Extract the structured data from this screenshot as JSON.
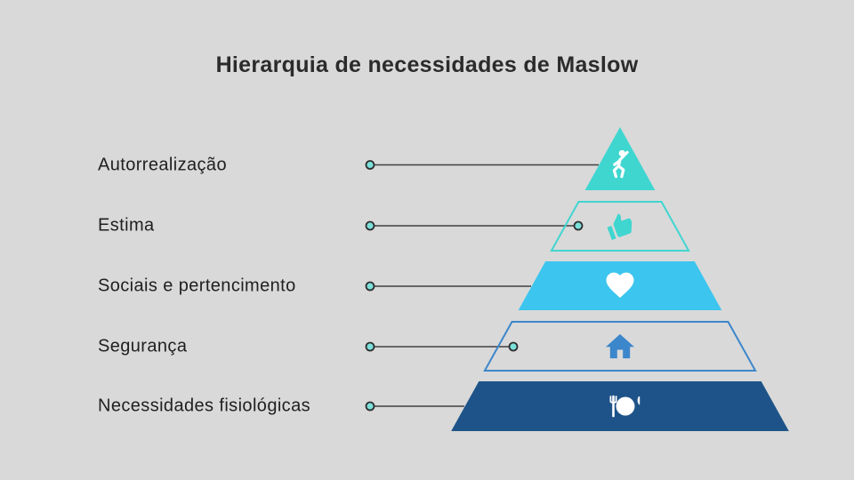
{
  "title": "Hierarquia de necessidades de Maslow",
  "levels": [
    {
      "label": "Autorrealização",
      "icon": "dancing-person-icon",
      "style": "teal-filled"
    },
    {
      "label": "Estima",
      "icon": "thumbs-up-icon",
      "style": "teal-outline"
    },
    {
      "label": "Sociais e pertencimento",
      "icon": "heart-icon",
      "style": "sky-filled"
    },
    {
      "label": "Segurança",
      "icon": "home-icon",
      "style": "blue-outline"
    },
    {
      "label": "Necessidades fisiológicas",
      "icon": "restaurant-icon",
      "style": "navy-filled"
    }
  ],
  "colors": {
    "background": "#d9d9d9",
    "title_text": "#2b2b2b",
    "label_text": "#1f1f1f",
    "connector": "#404040",
    "dot_fill": "#7ce0da",
    "dot_ring": "#2e2e2e",
    "teal": "#3fd6d0",
    "sky_blue": "#3cc5ee",
    "mid_blue": "#3c86cb",
    "navy": "#1d5388",
    "white": "#ffffff"
  }
}
